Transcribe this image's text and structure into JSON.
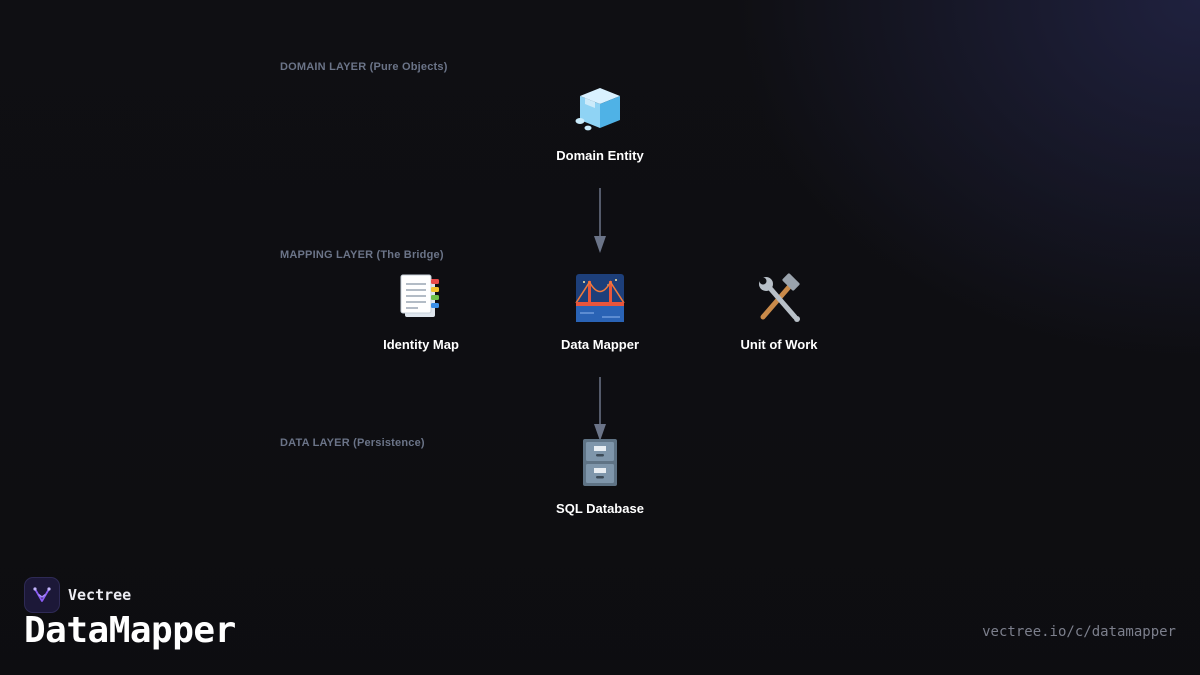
{
  "diagram": {
    "layers": [
      {
        "label": "DOMAIN LAYER (Pure Objects)"
      },
      {
        "label": "MAPPING LAYER (The Bridge)"
      },
      {
        "label": "DATA LAYER (Persistence)"
      }
    ],
    "nodes": {
      "domain_entity": {
        "label": "Domain Entity",
        "icon": "ice-cube-icon"
      },
      "identity_map": {
        "label": "Identity Map",
        "icon": "bookmark-tabs-icon"
      },
      "data_mapper": {
        "label": "Data Mapper",
        "icon": "bridge-at-night-icon"
      },
      "unit_of_work": {
        "label": "Unit of Work",
        "icon": "hammer-and-wrench-icon"
      },
      "sql_database": {
        "label": "SQL Database",
        "icon": "file-cabinet-icon"
      }
    },
    "edges": [
      {
        "from": "Domain Entity",
        "to": "Data Mapper"
      },
      {
        "from": "Data Mapper",
        "to": "SQL Database"
      }
    ]
  },
  "footer": {
    "brand": "Vectree",
    "title": "DataMapper",
    "url": "vectree.io/c/datamapper"
  },
  "colors": {
    "background": "#0f0f13",
    "arrow": "#6b7488",
    "layer_label": "#6b7488"
  }
}
